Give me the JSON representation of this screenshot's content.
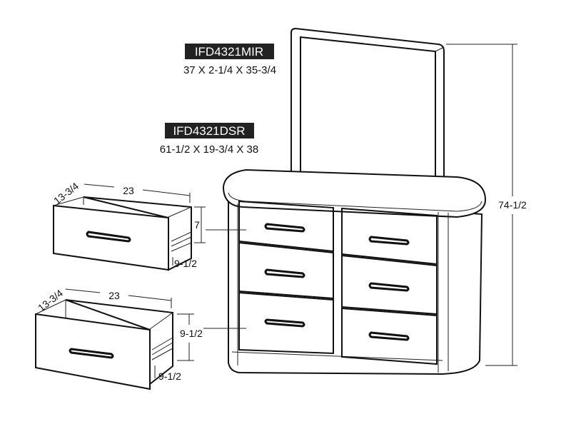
{
  "mirror": {
    "model": "IFD4321MIR",
    "dimensions": "37 X 2-1/4 X 35-3/4"
  },
  "dresser": {
    "model": "IFD4321DSR",
    "dimensions": "61-1/2 X 19-3/4 X 38",
    "total_height": "74-1/2"
  },
  "small_drawer": {
    "depth": "13-3/4",
    "width": "23",
    "height": "7",
    "inner": "9-1/2"
  },
  "large_drawer": {
    "depth": "13-3/4",
    "width": "23",
    "height": "9-1/2",
    "inner": "9-1/2"
  },
  "colors": {
    "label_bg": "#222222",
    "line": "#111111"
  }
}
